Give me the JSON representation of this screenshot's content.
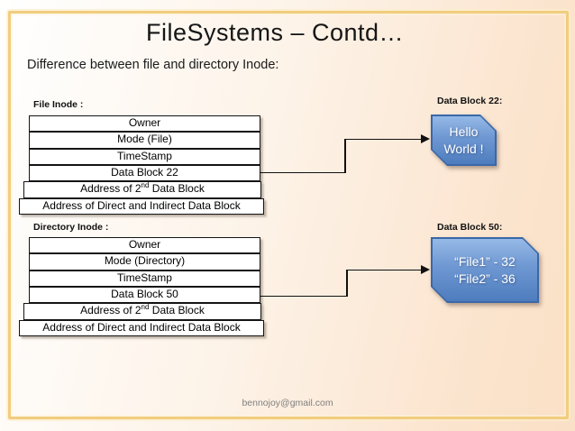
{
  "slide": {
    "title": "FileSystems – Contd…",
    "subtitle": "Difference between file and directory Inode:",
    "footer": "bennojoy@gmail.com"
  },
  "file_inode": {
    "label": "File Inode :",
    "rows": [
      "Owner",
      "Mode (File)",
      "TimeStamp",
      "Data Block 22"
    ],
    "address_row": {
      "pre": "Address of 2",
      "sup": "nd",
      "post": " Data Block"
    },
    "last_row": "Address of  Direct and Indirect Data Block"
  },
  "directory_inode": {
    "label": "Directory Inode :",
    "rows": [
      "Owner",
      "Mode (Directory)",
      "TimeStamp",
      "Data Block 50"
    ],
    "address_row": {
      "pre": "Address of 2",
      "sup": "nd",
      "post": " Data Block"
    },
    "last_row": "Address of  Direct and Indirect Data Block"
  },
  "data_block_22": {
    "label": "Data Block 22:",
    "lines": [
      "Hello",
      "World !"
    ]
  },
  "data_block_50": {
    "label": "Data Block 50:",
    "lines": [
      "“File1” - 32",
      "“File2” - 36"
    ]
  },
  "colors": {
    "accent_blue_top": "#96b9e6",
    "accent_blue_bottom": "#4d7cbd",
    "frame_gold": "#f1cd7d",
    "background_peach": "#fbe3cc",
    "connector_black": "#111111"
  }
}
